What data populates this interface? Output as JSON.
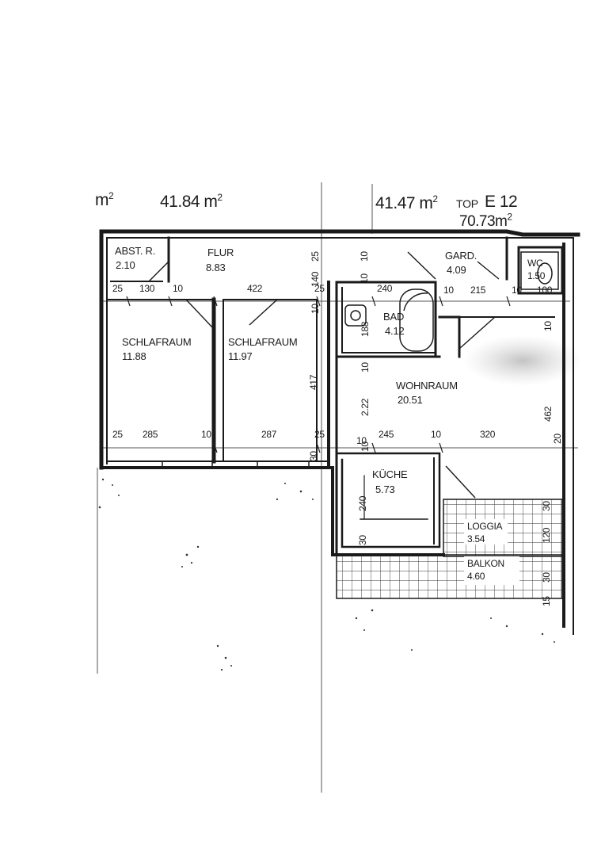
{
  "header": {
    "top_left_fragment": "m",
    "top_left_sq": "2",
    "unit_a_area": "41.84 m",
    "unit_a_sq": "2",
    "unit_b_area": "41.47 m",
    "unit_b_sq": "2",
    "unit_c_prefix": "TOP",
    "unit_c_name": "E 12",
    "unit_c_area": "70.73m",
    "unit_c_sq": "2"
  },
  "rooms": {
    "abstellraum": {
      "name": "ABST. R.",
      "area": "2.10"
    },
    "flur": {
      "name": "FLUR",
      "area": "8.83"
    },
    "garderobe": {
      "name": "GARD.",
      "area": "4.09"
    },
    "wc": {
      "name": "WC",
      "area": "1.50"
    },
    "schlafraum1": {
      "name": "SCHLAFRAUM",
      "area": "11.88"
    },
    "schlafraum2": {
      "name": "SCHLAFRAUM",
      "area": "11.97"
    },
    "bad": {
      "name": "BAD",
      "area": "4.12"
    },
    "wohnraum": {
      "name": "WOHNRAUM",
      "area": "20.51"
    },
    "kueche": {
      "name": "KÜCHE",
      "area": "5.73"
    },
    "loggia": {
      "name": "LOGGIA",
      "area": "3.54"
    },
    "balkon": {
      "name": "BALKON",
      "area": "4.60"
    }
  },
  "dimensions": {
    "upper_row": [
      "25",
      "130",
      "10",
      "422",
      "25",
      "240",
      "10",
      "215",
      "10",
      "100"
    ],
    "lower_row": [
      "25",
      "285",
      "10",
      "287",
      "25",
      "10",
      "245",
      "10",
      "320"
    ],
    "vertical": [
      "25",
      "140",
      "10",
      "10",
      "10",
      "417",
      "188",
      "10",
      "2.22",
      "30",
      "10",
      "240",
      "30",
      "462",
      "20",
      "30",
      "120",
      "30",
      "15",
      "10"
    ]
  }
}
